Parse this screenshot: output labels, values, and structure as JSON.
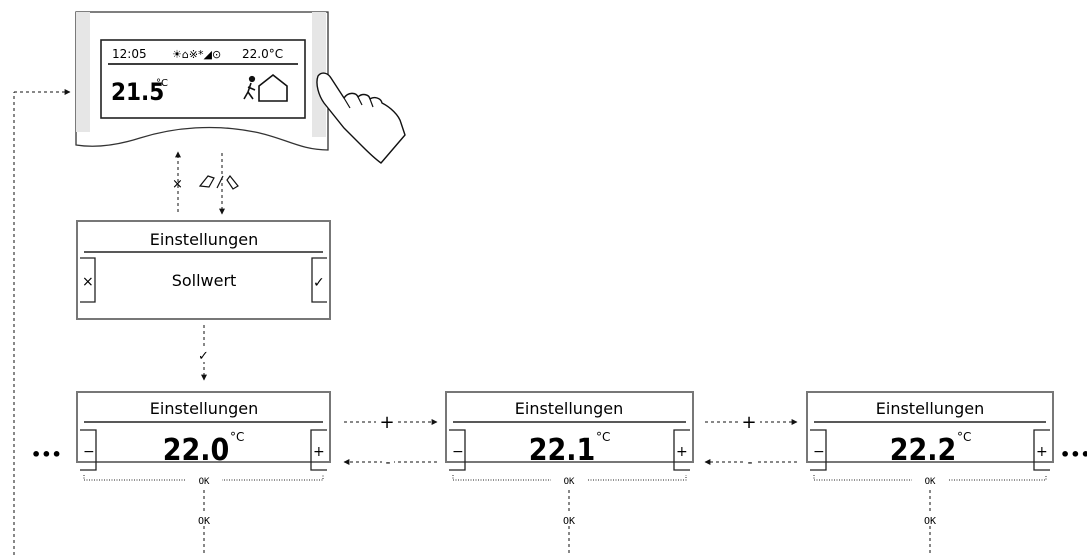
{
  "device": {
    "time": "12:05",
    "status_icons": "☀⌂※*◢⊙",
    "setpoint": "22.0°C",
    "temperature": "21.5",
    "unit": "°C"
  },
  "menu": {
    "title": "Einstellungen",
    "item": "Sollwert"
  },
  "panels": [
    {
      "title": "Einstellungen",
      "value": "22.0",
      "unit": "°C",
      "ok": "OK"
    },
    {
      "title": "Einstellungen",
      "value": "22.1",
      "unit": "°C",
      "ok": "OK"
    },
    {
      "title": "Einstellungen",
      "value": "22.2",
      "unit": "°C",
      "ok": "OK"
    }
  ],
  "arrows": {
    "plus": "+",
    "minus": "-",
    "ok": "OK",
    "cancel": "×",
    "confirm": "✓"
  },
  "ellipsis": "•••",
  "buttons": {
    "cancel": "×",
    "confirm": "✓",
    "minus": "−",
    "plus": "+"
  }
}
